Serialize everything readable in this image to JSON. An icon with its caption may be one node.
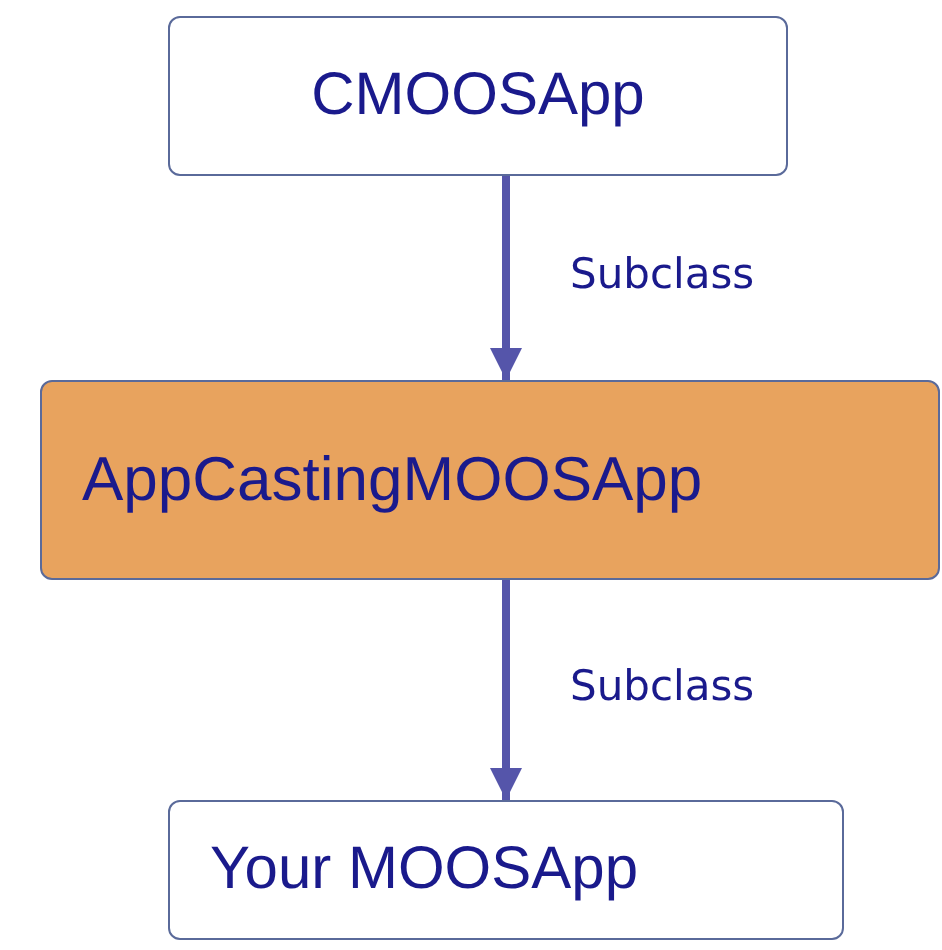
{
  "diagram": {
    "nodes": [
      {
        "text": [
          "CMOOSApp"
        ]
      },
      {
        "text": [
          "AppCastingMOOSApp"
        ]
      },
      {
        "text": [
          "Your MOOSApp"
        ]
      }
    ],
    "edges": [
      {
        "from": 0,
        "to": 1,
        "arrow": "to",
        "label": "Subclass"
      },
      {
        "from": 1,
        "to": 2,
        "arrow": "to",
        "label": "Subclass"
      }
    ]
  }
}
